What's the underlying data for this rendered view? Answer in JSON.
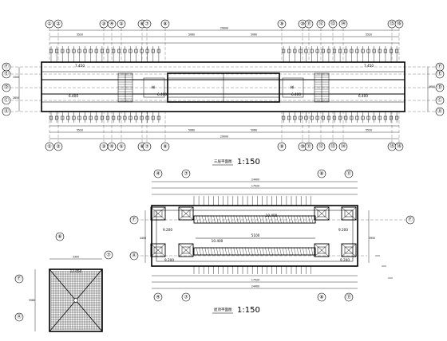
{
  "plan_top": {
    "title": "三层平面图",
    "scale": "1:150",
    "overall_dim": "29000",
    "col_axes_top": [
      "①",
      "②",
      "③",
      "④",
      "⑤",
      "⑥",
      "⑦",
      "⑧",
      "⑨",
      "⑩",
      "⑪",
      "⑫",
      "⑬",
      "⑭",
      "⑮",
      "⑯"
    ],
    "col_axes_bottom": [
      "①",
      "②",
      "③",
      "④",
      "⑤",
      "⑥",
      "⑦",
      "⑧",
      "⑨",
      "⑩",
      "⑪",
      "⑫",
      "⑬",
      "⑭",
      "⑮",
      "⑯"
    ],
    "row_axes": [
      "Ⓕ",
      "Ⓔ",
      "Ⓓ",
      "Ⓒ",
      "Ⓐ"
    ],
    "row_axes_right": [
      "Ⓕ",
      "Ⓔ",
      "Ⓓ",
      "Ⓒ",
      "Ⓐ"
    ],
    "bay_dims": [
      "5520",
      "5060",
      "5060",
      "5520"
    ],
    "levels": [
      "7.450",
      "6.400",
      "6.400",
      "6.400",
      "6.400",
      "7.450"
    ],
    "room_tags": [
      "梯",
      "梯"
    ],
    "side_dims": [
      "1500",
      "2850",
      "4600",
      "2200"
    ]
  },
  "plan_bottom": {
    "title": "屋顶平面图",
    "scale": "1:150",
    "overall_dim": "24400",
    "inner_dim": "17520",
    "col_axes": [
      "④",
      "⑦",
      "⑧",
      "⑪"
    ],
    "row_axes": [
      "Ⓕ",
      "Ⓐ"
    ],
    "levels": [
      "10.400",
      "9.200",
      "9.200",
      "10.400",
      "9.200",
      "9.200"
    ],
    "span_dim": "5100",
    "side_dims": [
      "4400",
      "3950"
    ]
  },
  "roof_detail": {
    "level": "12.050",
    "dims": [
      "3300",
      "3580"
    ],
    "axes_left": [
      "Ⓕ",
      "Ⓐ"
    ],
    "axes_top": [
      "⑥",
      "⑦"
    ]
  }
}
